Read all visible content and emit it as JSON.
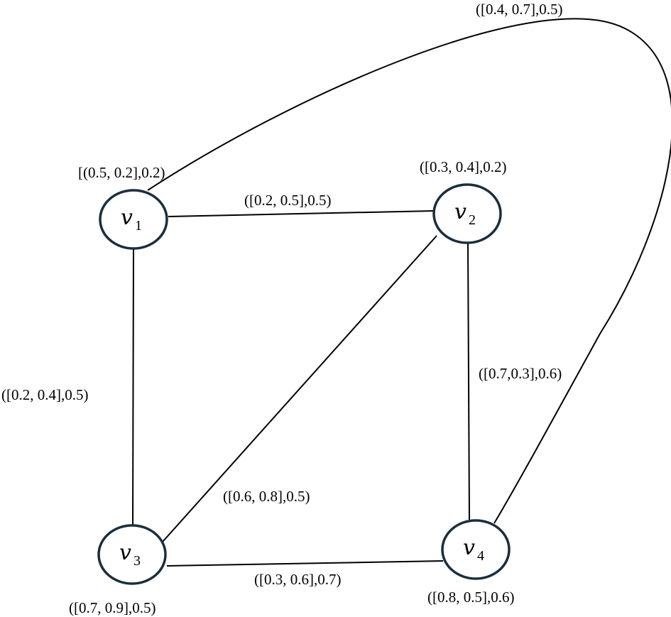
{
  "graph": {
    "nodes": [
      {
        "id": "v1",
        "name": "v",
        "subscript": "1",
        "label": "[(0.5, 0.2],0.2)"
      },
      {
        "id": "v2",
        "name": "v",
        "subscript": "2",
        "label": "([0.3, 0.4],0.2)"
      },
      {
        "id": "v3",
        "name": "v",
        "subscript": "3",
        "label": "([0.7, 0.9],0.5)"
      },
      {
        "id": "v4",
        "name": "v",
        "subscript": "4",
        "label": "([0.8, 0.5],0.6)"
      }
    ],
    "edges": [
      {
        "from": "v1",
        "to": "v2",
        "label": "([0.2, 0.5],0.5)"
      },
      {
        "from": "v1",
        "to": "v3",
        "label": "([0.2, 0.4],0.5)"
      },
      {
        "from": "v2",
        "to": "v4",
        "label": "([0.7,0.3],0.6)"
      },
      {
        "from": "v3",
        "to": "v4",
        "label": "([0.3, 0.6],0.7)"
      },
      {
        "from": "v2",
        "to": "v3",
        "label": "([0.6, 0.8],0.5)"
      },
      {
        "from": "v1",
        "to": "v4",
        "label": "([0.4, 0.7],0.5)"
      }
    ]
  }
}
